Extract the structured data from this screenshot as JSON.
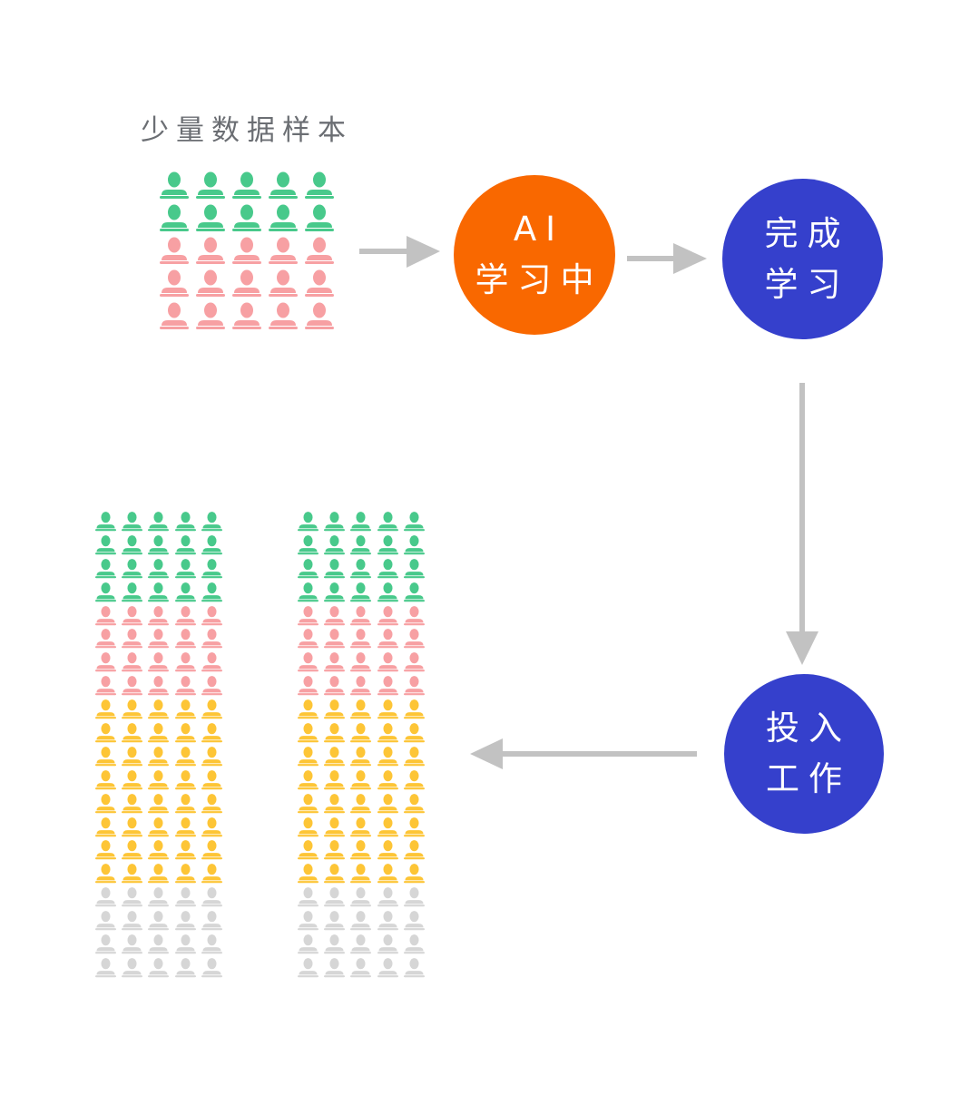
{
  "title": "少量数据样本",
  "colors": {
    "green": "#48c98b",
    "pink": "#f7a0a3",
    "yellow": "#fdc536",
    "gray": "#d6d6d6",
    "orange_node": "#f96800",
    "blue_node": "#3540cc",
    "arrow": "#c2c2c2"
  },
  "sample_grid": {
    "columns": 5,
    "rows": [
      "green",
      "green",
      "pink",
      "pink",
      "pink"
    ]
  },
  "output_groups": [
    {
      "columns": 5,
      "rows": [
        "green",
        "green",
        "green",
        "green",
        "pink",
        "pink",
        "pink",
        "pink",
        "yellow",
        "yellow",
        "yellow",
        "yellow",
        "yellow",
        "yellow",
        "yellow",
        "yellow",
        "gray",
        "gray",
        "gray",
        "gray"
      ]
    },
    {
      "columns": 5,
      "rows": [
        "green",
        "green",
        "green",
        "green",
        "pink",
        "pink",
        "pink",
        "pink",
        "yellow",
        "yellow",
        "yellow",
        "yellow",
        "yellow",
        "yellow",
        "yellow",
        "yellow",
        "gray",
        "gray",
        "gray",
        "gray"
      ]
    }
  ],
  "nodes": {
    "learning": {
      "line1": "AI",
      "line2": "学习中"
    },
    "done": {
      "line1": "完成",
      "line2": "学习"
    },
    "work": {
      "line1": "投入",
      "line2": "工作"
    }
  }
}
